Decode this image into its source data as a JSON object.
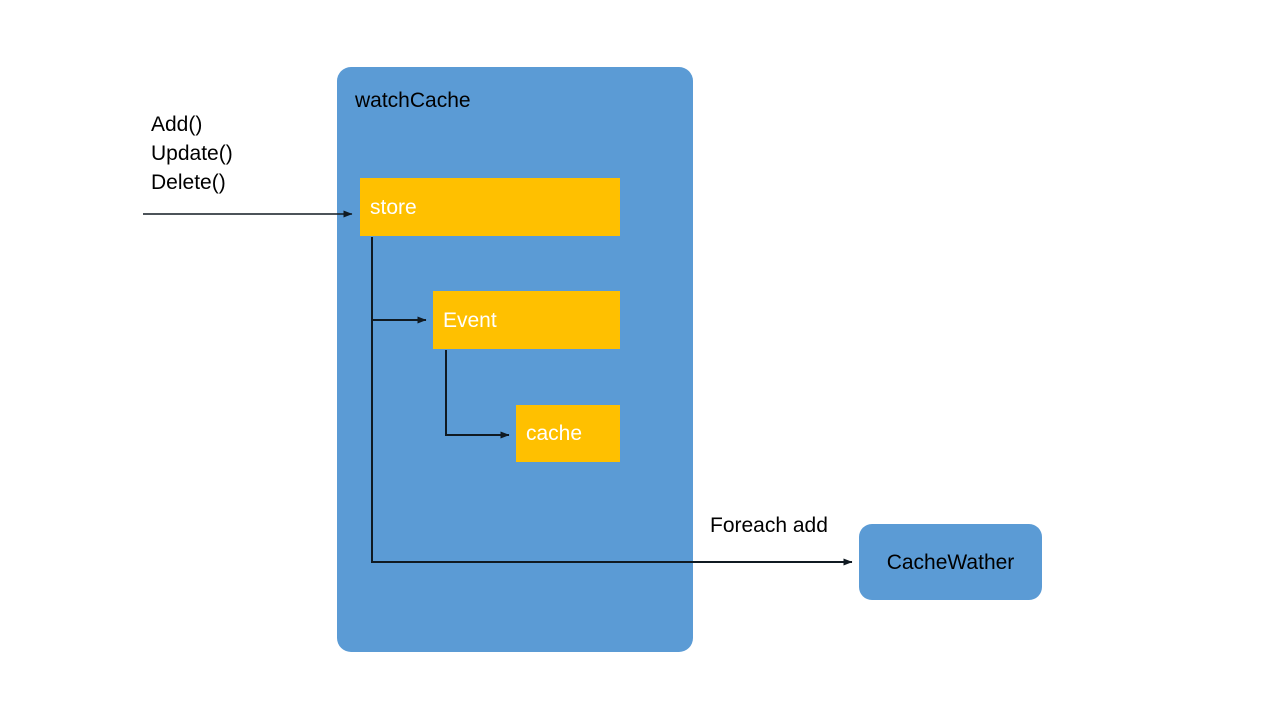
{
  "diagram": {
    "title": "watchCache",
    "background": "#FFFFFF",
    "colors": {
      "container_blue": "#5B9BD5",
      "box_orange": "#FFC000",
      "box_label_light": "#FFFFFF",
      "text_dark": "#000000",
      "connector": "#1B2A38"
    },
    "container": {
      "label": "watchCache",
      "shape": "rounded-rectangle",
      "fill": "#5B9BD5"
    },
    "inner_boxes": [
      {
        "id": "store",
        "label": "store",
        "fill": "#FFC000",
        "text_color": "#FFFFFF"
      },
      {
        "id": "event",
        "label": "Event",
        "fill": "#FFC000",
        "text_color": "#FFFFFF"
      },
      {
        "id": "cache",
        "label": "cache",
        "fill": "#FFC000",
        "text_color": "#FFFFFF"
      }
    ],
    "external_boxes": [
      {
        "id": "cachewather",
        "label": "CacheWather",
        "fill": "#5B9BD5",
        "text_color": "#000000",
        "shape": "rounded-rectangle"
      }
    ],
    "edge_labels": {
      "inbound_operations": [
        "Add()",
        "Update()",
        "Delete()"
      ],
      "foreach": "Foreach add"
    },
    "edges": [
      {
        "id": "ops-to-store",
        "from": "external-left",
        "to": "store",
        "label_group": "inbound_operations",
        "arrow": true
      },
      {
        "id": "store-to-event",
        "from": "store",
        "to": "event",
        "label": "",
        "arrow": true
      },
      {
        "id": "event-to-cache",
        "from": "event",
        "to": "cache",
        "label": "",
        "arrow": true
      },
      {
        "id": "store-to-cachewather",
        "from": "store",
        "to": "cachewather",
        "label": "Foreach add",
        "arrow": true
      }
    ]
  }
}
